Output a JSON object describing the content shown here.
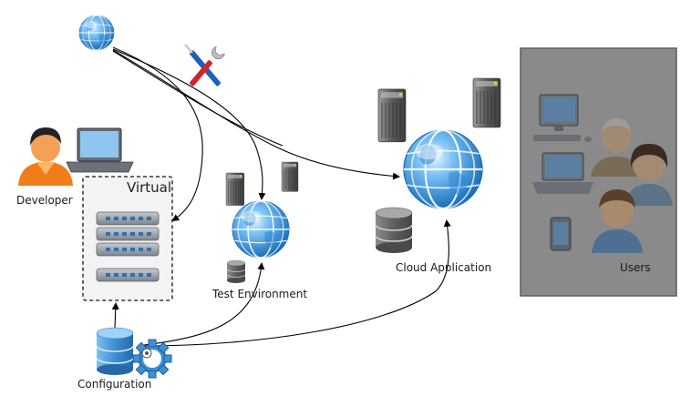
{
  "diagram": {
    "labels": {
      "developer": "Developer",
      "virtual": "Virtual",
      "test_environment": "Test Environment",
      "cloud_application": "Cloud Application",
      "users": "Users",
      "configuration": "Configuration"
    },
    "colors": {
      "globe_light": "#bfe3ff",
      "globe_mid": "#4aa6ea",
      "globe_dark": "#1c6fb8",
      "users_panel": "#8a8a8a",
      "users_panel_border": "#5c5c5c",
      "server": "#6f6f6f",
      "db": "#6b6b6b",
      "config_db": "#3d8fd6",
      "developer_orange": "#f07d1a",
      "arrow": "#000000"
    },
    "icons": [
      "globe-icon",
      "tools-icon",
      "developer-icon",
      "laptop-icon",
      "switch-stack-icon",
      "server-icon",
      "database-icon",
      "gear-icon",
      "monitor-icon",
      "tablet-icon",
      "person-icon"
    ]
  }
}
